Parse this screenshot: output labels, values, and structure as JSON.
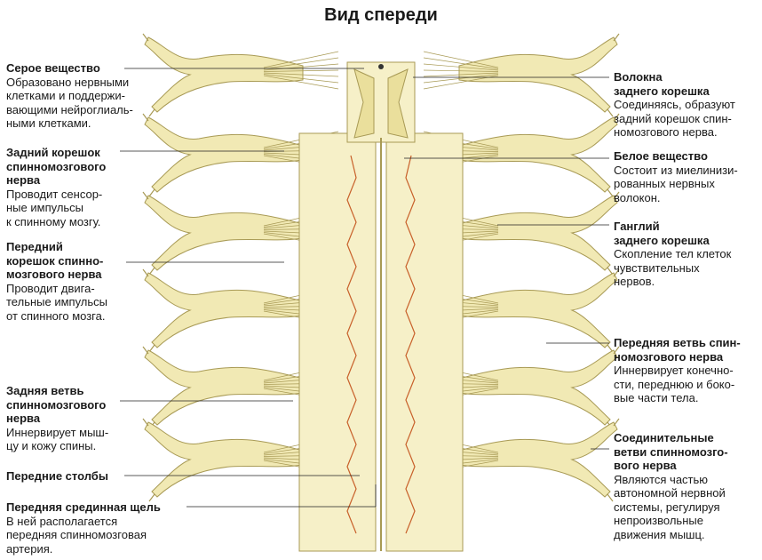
{
  "title": "Вид спереди",
  "colors": {
    "nerve": "#f1e9b4",
    "nerve_stroke": "#a89a55",
    "cord": "#f6f0c8",
    "grey_matter": "#eadf9c",
    "vessel": "#c8602a",
    "leader": "#222222"
  },
  "labels_left": [
    {
      "heading": [
        "Серое вещество"
      ],
      "desc": [
        "Образовано нервными",
        "клетками  и поддержи-",
        "вающими нейроглиаль-",
        "ными клетками."
      ]
    },
    {
      "heading": [
        "Задний корешок",
        "спинномозгового",
        "нерва"
      ],
      "desc": [
        "Проводит сенсор-",
        "ные импульсы",
        "к спинному мозгу."
      ]
    },
    {
      "heading": [
        "Передний",
        "корешок спинно-",
        "мозгового нерва"
      ],
      "desc": [
        "Проводит двига-",
        "тельные импульсы",
        "от спинного мозга."
      ]
    },
    {
      "heading": [
        "Задняя ветвь",
        "спинномозгового",
        "нерва"
      ],
      "desc": [
        "Иннервирует мыш-",
        "цу и кожу спины."
      ]
    },
    {
      "heading": [
        "Передние столбы"
      ],
      "desc": []
    },
    {
      "heading": [
        "Передняя срединная щель"
      ],
      "desc": [
        "В ней располагается",
        "передняя спинномозговая",
        "артерия."
      ]
    }
  ],
  "labels_right": [
    {
      "heading": [
        "Волокна",
        "заднего корешка"
      ],
      "desc": [
        "Соединяясь, образуют",
        "задний корешок спин-",
        "номозгового нерва."
      ]
    },
    {
      "heading": [
        "Белое вещество"
      ],
      "desc": [
        "Состоит из миелинизи-",
        "рованных нервных",
        "волокон."
      ]
    },
    {
      "heading": [
        "Ганглий",
        "заднего корешка"
      ],
      "desc": [
        "Скопление тел клеток",
        "чувствительных",
        "нервов."
      ]
    },
    {
      "heading": [
        "Передняя ветвь спин-",
        "номозгового нерва"
      ],
      "desc": [
        "Иннервирует конечно-",
        "сти, переднюю и боко-",
        "вые части тела."
      ]
    },
    {
      "heading": [
        "Соединительные",
        "ветви спинномозго-",
        "вого нерва"
      ],
      "desc": [
        "Являются частью",
        "автономной нервной",
        "системы, регулируя",
        "непроизвольные",
        "движения мышц."
      ]
    }
  ]
}
